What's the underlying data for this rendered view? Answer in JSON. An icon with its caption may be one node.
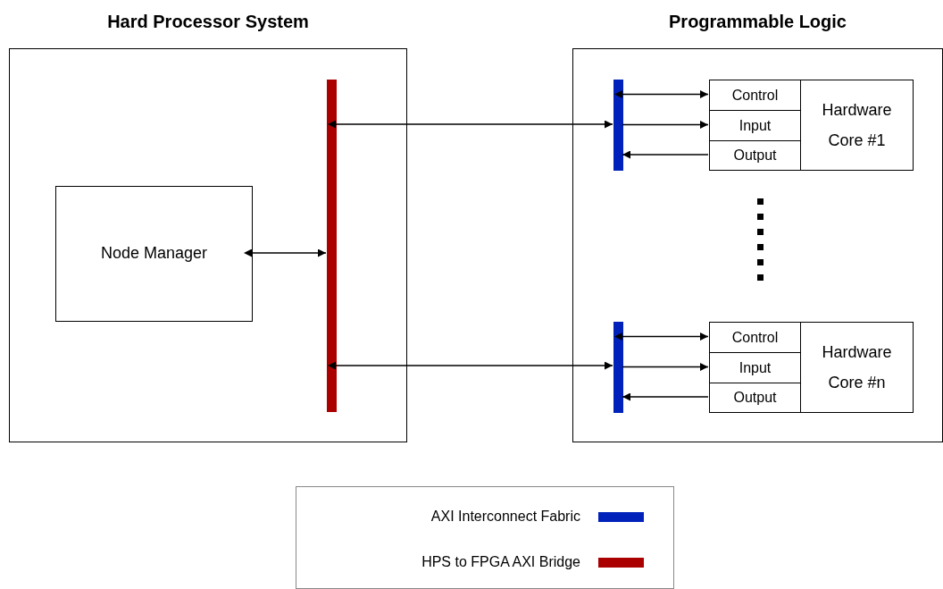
{
  "diagram": {
    "nodes": [
      {
        "text": [
          "Hard Processor System"
        ]
      },
      {
        "text": [
          "Node Manager"
        ],
        "in": 0
      },
      {
        "text": [],
        "shape": "bar",
        "in": 0
      },
      {
        "text": [
          "Programmable Logic"
        ]
      },
      {
        "text": [],
        "shape": "bar",
        "in": 3
      },
      {
        "text": [
          "Control"
        ],
        "in": 3
      },
      {
        "text": [
          "Input"
        ],
        "in": 3
      },
      {
        "text": [
          "Output"
        ],
        "in": 3
      },
      {
        "text": [
          "Hardware Core #1"
        ],
        "in": 3
      },
      {
        "text": [],
        "shape": "bar",
        "in": 3
      },
      {
        "text": [
          "Control"
        ],
        "in": 3
      },
      {
        "text": [
          "Input"
        ],
        "in": 3
      },
      {
        "text": [
          "Output"
        ],
        "in": 3
      },
      {
        "text": [
          "Hardware Core #n"
        ],
        "in": 3
      }
    ],
    "edges": [
      {
        "from": 1,
        "to": 2,
        "arrow": "both"
      },
      {
        "from": 2,
        "to": 4,
        "arrow": "both"
      },
      {
        "from": 2,
        "to": 9,
        "arrow": "both"
      },
      {
        "from": 4,
        "to": 5,
        "arrow": "both"
      },
      {
        "from": 4,
        "to": 6,
        "arrow": "to"
      },
      {
        "from": 7,
        "to": 4,
        "arrow": "to"
      },
      {
        "from": 9,
        "to": 10,
        "arrow": "both"
      },
      {
        "from": 9,
        "to": 11,
        "arrow": "to"
      },
      {
        "from": 12,
        "to": 9,
        "arrow": "to"
      }
    ],
    "legend": [
      {
        "text": "AXI Interconnect Fabric",
        "color": "#0022bb"
      },
      {
        "text": "HPS to FPGA AXI Bridge",
        "color": "#aa0000"
      }
    ]
  }
}
